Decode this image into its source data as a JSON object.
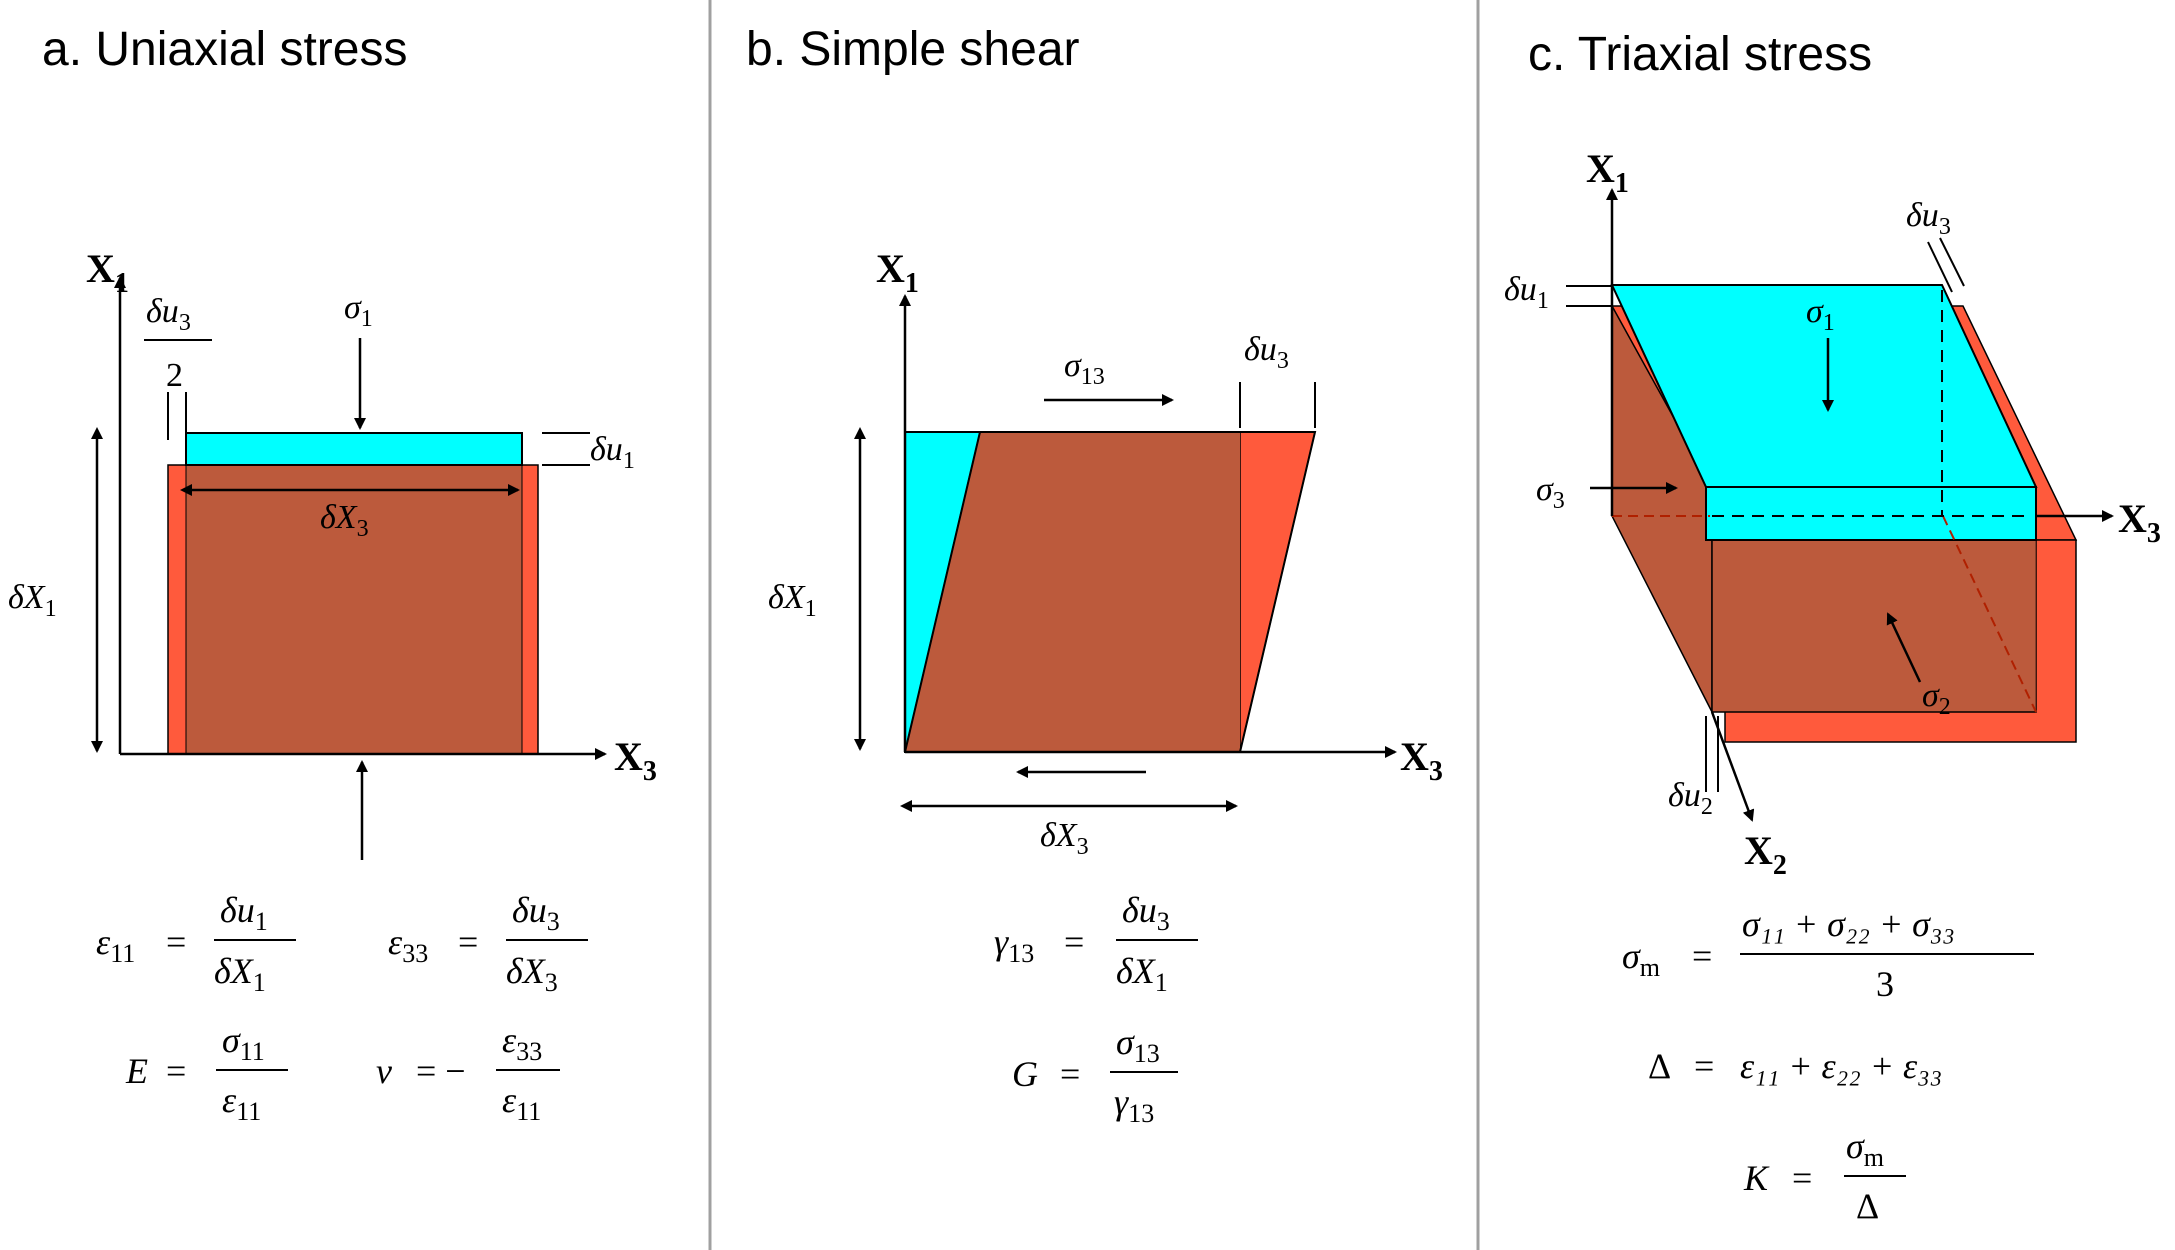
{
  "panels": {
    "a": {
      "title": "a. Uniaxial stress",
      "axis_x": "X",
      "axis_x_sub": "3",
      "axis_y": "X",
      "axis_y_sub": "1",
      "sigma_label": "σ",
      "sigma_sub": "1",
      "du3_half_num": "δu",
      "du3_half_num_sub": "3",
      "du3_half_den": "2",
      "du1": "δu",
      "du1_sub": "1",
      "dX3": "δX",
      "dX3_sub": "3",
      "dX1": "δX",
      "dX1_sub": "1",
      "eq1_lhs": "ε",
      "eq1_lhs_sub": "11",
      "eq1_num": "δu",
      "eq1_num_sub": "1",
      "eq1_den": "δX",
      "eq1_den_sub": "1",
      "eq2_lhs": "ε",
      "eq2_lhs_sub": "33",
      "eq2_num": "δu",
      "eq2_num_sub": "3",
      "eq2_den": "δX",
      "eq2_den_sub": "3",
      "eq3_lhs": "E",
      "eq3_num": "σ",
      "eq3_num_sub": "11",
      "eq3_den": "ε",
      "eq3_den_sub": "11",
      "eq4_lhs": "ν",
      "eq4_num": "ε",
      "eq4_num_sub": "33",
      "eq4_den": "ε",
      "eq4_den_sub": "11"
    },
    "b": {
      "title": "b. Simple shear",
      "axis_x": "X",
      "axis_x_sub": "3",
      "axis_y": "X",
      "axis_y_sub": "1",
      "sigma_label": "σ",
      "sigma_sub": "13",
      "du3": "δu",
      "du3_sub": "3",
      "dX1": "δX",
      "dX1_sub": "1",
      "dX3": "δX",
      "dX3_sub": "3",
      "eq1_lhs": "γ",
      "eq1_lhs_sub": "13",
      "eq1_num": "δu",
      "eq1_num_sub": "3",
      "eq1_den": "δX",
      "eq1_den_sub": "1",
      "eq2_lhs": "G",
      "eq2_num": "σ",
      "eq2_num_sub": "13",
      "eq2_den": "γ",
      "eq2_den_sub": "13"
    },
    "c": {
      "title": "c. Triaxial stress",
      "axis_x": "X",
      "axis_x_sub": "3",
      "axis_y": "X",
      "axis_y_sub": "1",
      "axis_z": "X",
      "axis_z_sub": "2",
      "du3": "δu",
      "du3_sub": "3",
      "du1": "δu",
      "du1_sub": "1",
      "du2": "δu",
      "du2_sub": "2",
      "sigma1": "σ",
      "sigma1_sub": "1",
      "sigma2": "σ",
      "sigma2_sub": "2",
      "sigma3": "σ",
      "sigma3_sub": "3",
      "eq1_lhs": "σ",
      "eq1_lhs_sub": "m",
      "eq1_num": "σ₁₁ + σ₂₂ + σ₃₃",
      "eq1_den": "3",
      "eq2_lhs": "Δ",
      "eq2_rhs": "ε₁₁ + ε₂₂ + ε₃₃",
      "eq3_lhs": "K",
      "eq3_num": "σ",
      "eq3_num_sub": "m",
      "eq3_den": "Δ"
    }
  },
  "colors": {
    "cyan": "#00FFFF",
    "red": "#FF5A3C",
    "brown": "#BC5A3C",
    "divider": "#A0A0A0"
  }
}
